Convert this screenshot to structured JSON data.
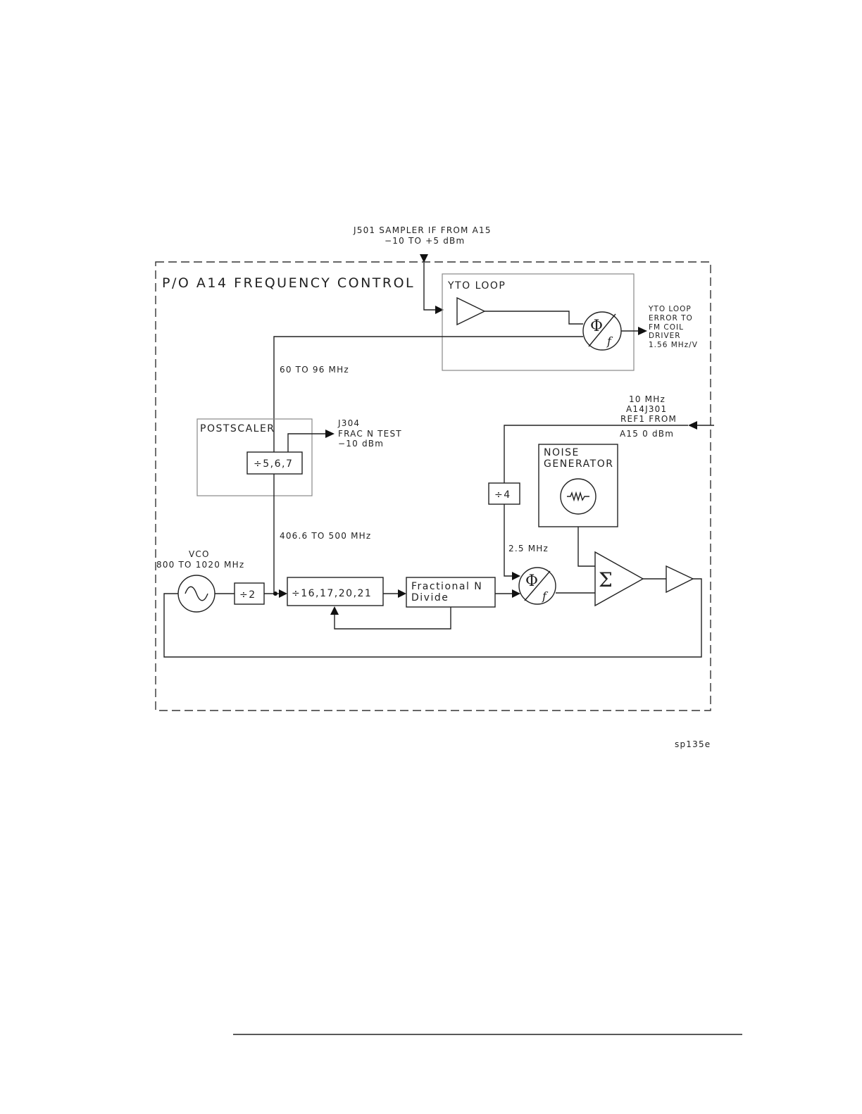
{
  "diagram": {
    "block_title": "P/O A14 FREQUENCY CONTROL",
    "sampler_input": [
      "J501 SAMPLER IF FROM A15",
      "−10 TO +5 dBm"
    ],
    "yto_loop": {
      "label": "YTO LOOP",
      "output_lines": [
        "YTO LOOP",
        "ERROR TO",
        "FM COIL",
        "DRIVER",
        " 1.56 MHz/V"
      ]
    },
    "postscaler_freq": "60 TO 96 MHz",
    "reference_input": [
      "10 MHz",
      "A14J301",
      "REF1 FROM",
      "A15 0 dBm"
    ],
    "postscaler": {
      "label": "POSTSCALER",
      "divider": "÷5,6,7",
      "test_output": [
        "J304",
        "FRAC N TEST",
        "−10 dBm"
      ]
    },
    "divide_by_4": "÷4",
    "noise_generator": [
      "NOISE",
      "GENERATOR"
    ],
    "divider_out_freq": "406.6 TO 500 MHz",
    "reference_freq": "2.5 MHz",
    "vco": {
      "label": "VCO",
      "range": "800 TO 1020 MHz"
    },
    "divide_by_2": "÷2",
    "n_divider": "÷16,17,20,21",
    "frac_n": [
      "Fractional N",
      "Divide"
    ],
    "phase_detector_symbol": "Φ",
    "phase_detector_sub": "f",
    "summer_symbol": "Σ",
    "figure_id": "sp135e"
  }
}
